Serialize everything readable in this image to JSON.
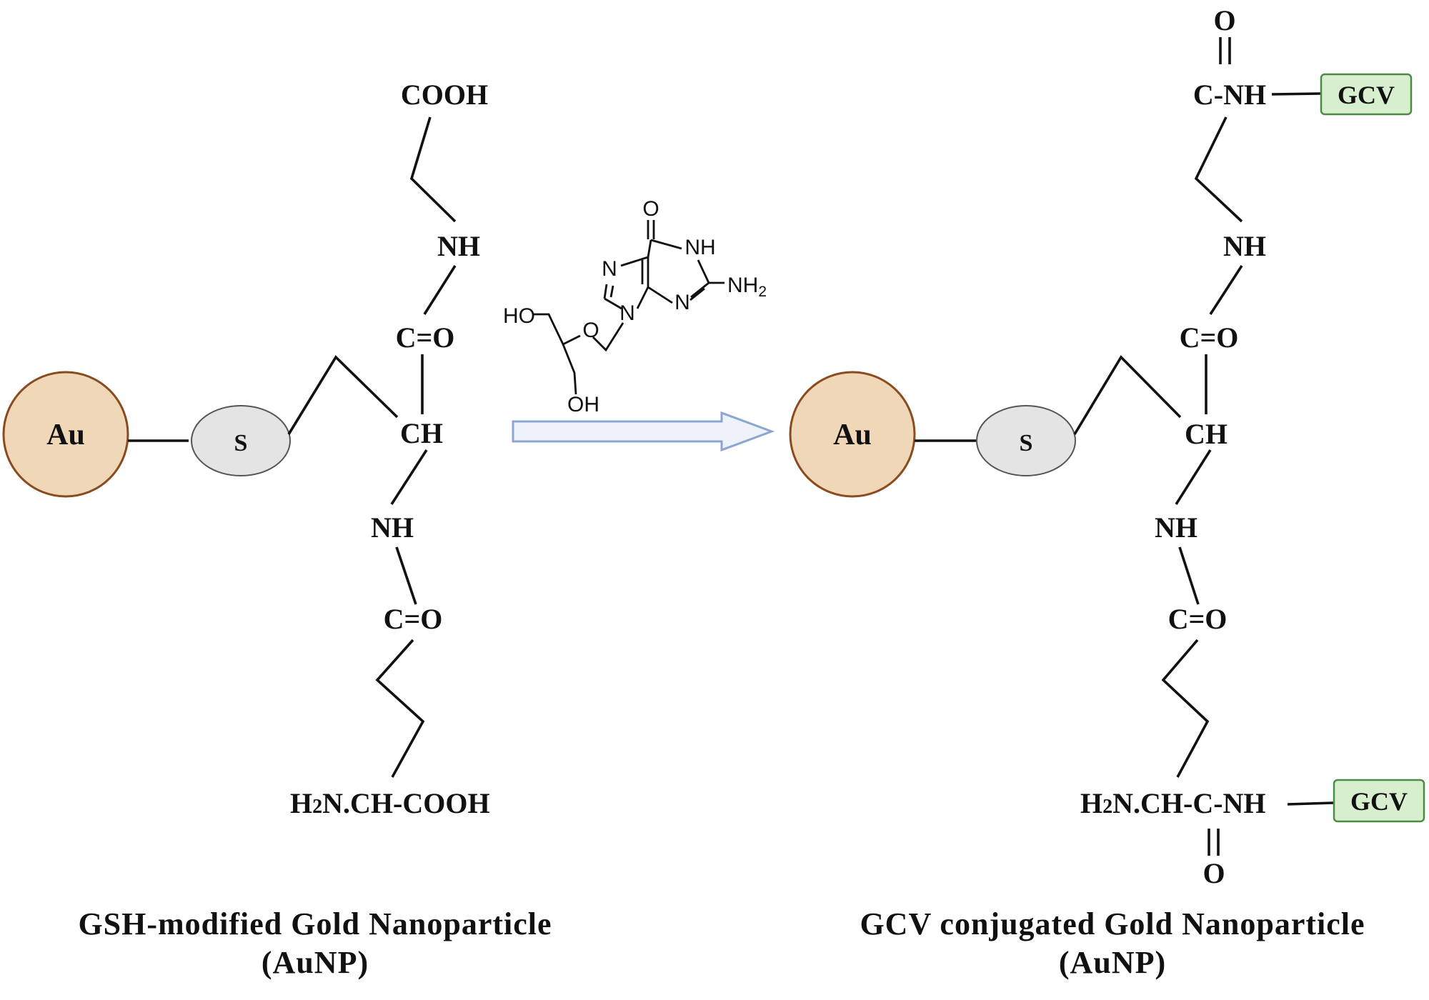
{
  "colors": {
    "gold_fill": "#efd7b8",
    "gold_stroke": "#8a4b1e",
    "sulfur_fill": "#e4e4e4",
    "sulfur_stroke": "#555555",
    "gcv_fill": "#d8efcf",
    "gcv_stroke": "#4d8a45",
    "arrow_fill": "#eef3fb",
    "arrow_stroke": "#8da6cf"
  },
  "left": {
    "au_label": "Au",
    "s_label": "S",
    "cooh_top": "COOH",
    "nh_top": "NH",
    "co_upper": "C=O",
    "ch": "CH",
    "nh_lower": "NH",
    "co_lower": "C=O",
    "bottom_prefix": "H",
    "bottom_sub": "2",
    "bottom_rest": "N.CH-COOH",
    "caption_line1": "GSH-modified Gold Nanoparticle",
    "caption_line2": "(AuNP)"
  },
  "reagent": {
    "o_top": "O",
    "nh_ring": "NH",
    "n_ring_left": "N",
    "n_ring_bottom": "N",
    "n_ring_nine": "N",
    "nh2_main": "NH",
    "nh2_sub": "2",
    "ho": "HO",
    "o_ether": "O",
    "oh": "OH"
  },
  "right": {
    "au_label": "Au",
    "s_label": "S",
    "o_top": "O",
    "c_nh_top": "C-NH",
    "gcv_top": "GCV",
    "nh_top": "NH",
    "co_upper": "C=O",
    "ch": "CH",
    "nh_lower": "NH",
    "co_lower": "C=O",
    "bottom_prefix": "H",
    "bottom_sub": "2",
    "bottom_rest": "N.CH-C-NH",
    "gcv_bottom": "GCV",
    "o_bottom": "O",
    "caption_line1": "GCV conjugated Gold Nanoparticle",
    "caption_line2": "(AuNP)"
  }
}
